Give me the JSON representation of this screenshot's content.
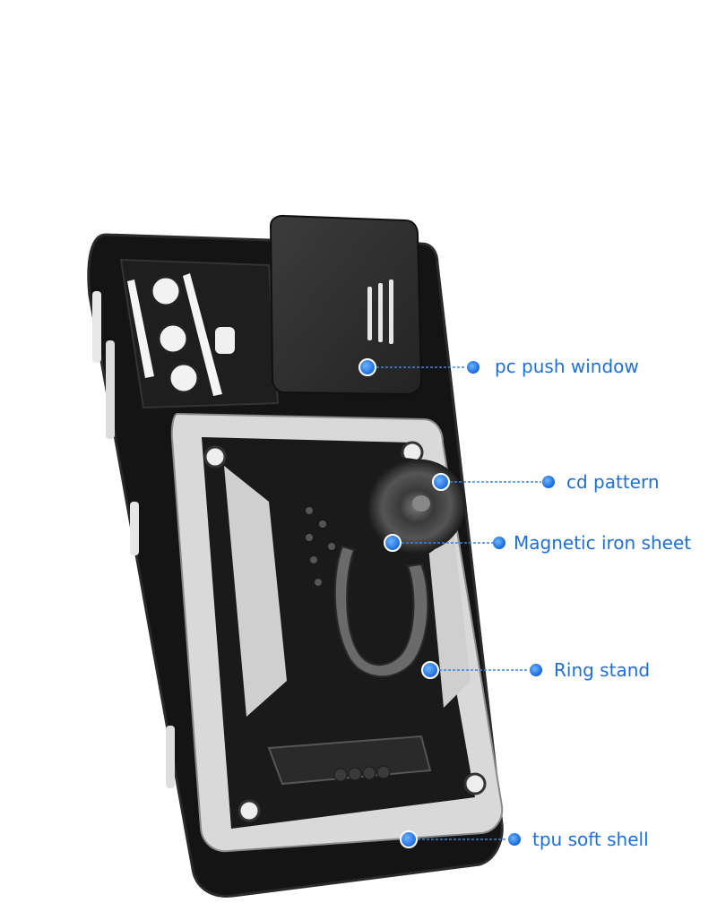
{
  "callouts": [
    {
      "id": "pc-push-window",
      "label": "pc push window"
    },
    {
      "id": "cd-pattern",
      "label": "cd pattern"
    },
    {
      "id": "magnetic-iron-sheet",
      "label": "Magnetic iron sheet"
    },
    {
      "id": "ring-stand",
      "label": "Ring stand"
    },
    {
      "id": "tpu-soft-shell",
      "label": "tpu soft shell"
    }
  ],
  "colors": {
    "label_text": "#1f6fd6",
    "dot": "#1e7be6",
    "leader_line": "#3b86e0",
    "case_black": "#111111",
    "case_silver": "#c9c9c9",
    "background": "#ffffff"
  }
}
